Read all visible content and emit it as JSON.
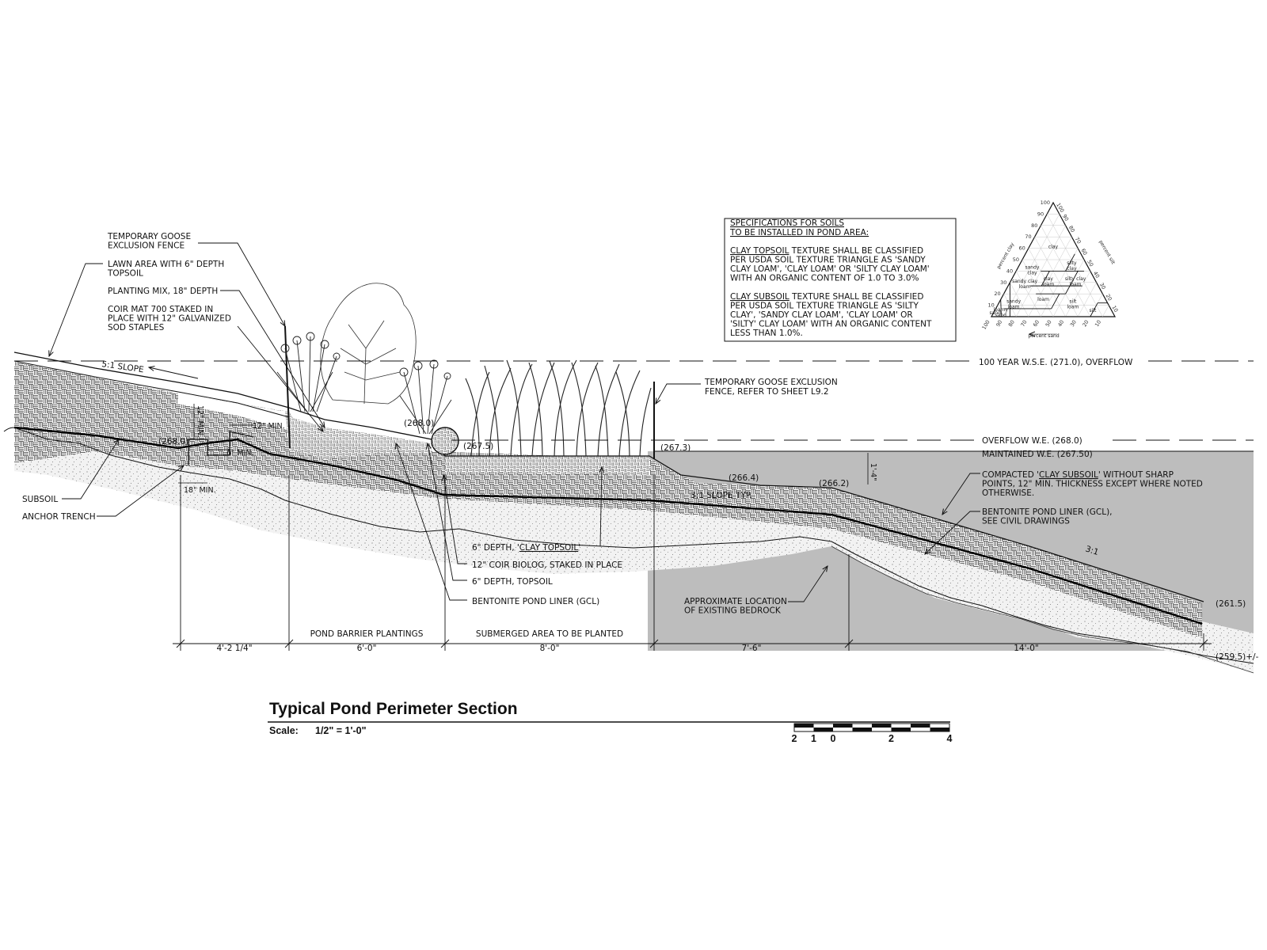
{
  "title": "Typical Pond Perimeter Section",
  "scale_label": "Scale:",
  "scale_value": "1/2\" = 1'-0\"",
  "scale_bar_labels": [
    "2",
    "1",
    "0",
    "2",
    "4"
  ],
  "specs": {
    "title_1": "SPECIFICATIONS FOR SOILS",
    "title_2": "TO BE INSTALLED IN POND AREA:",
    "p1": [
      {
        "u": "CLAY TOPSOIL",
        "t": " TEXTURE SHALL BE CLASSIFIED"
      },
      {
        "u": "",
        "t": "PER USDA SOIL TEXTURE TRIANGLE AS 'SANDY"
      },
      {
        "u": "",
        "t": "CLAY LOAM', 'CLAY LOAM' OR 'SILTY CLAY LOAM'"
      },
      {
        "u": "",
        "t": "WITH AN ORGANIC CONTENT OF 1.0 TO 3.0%"
      }
    ],
    "p2": [
      {
        "u": "CLAY SUBSOIL",
        "t": " TEXTURE SHALL BE CLASSIFIED"
      },
      {
        "u": "",
        "t": "PER USDA SOIL TEXTURE TRIANGLE AS 'SILTY"
      },
      {
        "u": "",
        "t": "CLAY', 'SANDY CLAY LOAM', 'CLAY LOAM' OR"
      },
      {
        "u": "",
        "t": "'SILTY' CLAY LOAM' WITH AN ORGANIC CONTENT"
      },
      {
        "u": "",
        "t": "LESS THAN 1.0%."
      }
    ]
  },
  "triangle": {
    "left_ticks": [
      "100",
      "90",
      "80",
      "70",
      "60",
      "50",
      "40",
      "30",
      "20",
      "10"
    ],
    "right_ticks": [
      "10",
      "20",
      "30",
      "40",
      "50",
      "60",
      "70",
      "80",
      "90",
      "100"
    ],
    "bottom_ticks": [
      "100",
      "90",
      "80",
      "70",
      "60",
      "50",
      "40",
      "30",
      "20",
      "10"
    ],
    "axis_clay": "percent clay",
    "axis_silt": "percent silt",
    "axis_sand": "percent sand",
    "classes": [
      "clay",
      "silty clay",
      "sandy clay",
      "silty clay loam",
      "clay loam",
      "sandy clay loam",
      "loam",
      "silt loam",
      "sandy loam",
      "silt",
      "loamy sand",
      "sand"
    ]
  },
  "water_lines": {
    "hundred_year": "100 YEAR W.S.E. (271.0), OVERFLOW",
    "overflow": "OVERFLOW W.E. (268.0)",
    "maintained": "MAINTAINED W.E. (267.50)"
  },
  "elevations": [
    "(268.0)",
    "(268.0)",
    "(267.5)",
    "(267.3)",
    "(266.4)",
    "(266.2)",
    "(261.5)",
    "(259.5)+/-"
  ],
  "left_notes": [
    [
      "TEMPORARY GOOSE",
      "EXCLUSION FENCE"
    ],
    [
      "LAWN AREA WITH 6\" DEPTH",
      "TOPSOIL"
    ],
    [
      "PLANTING MIX, 18\" DEPTH"
    ],
    [
      "COIR MAT 700 STAKED IN",
      "PLACE WITH 12\" GALVANIZED",
      "SOD STAPLES"
    ]
  ],
  "subsoil": "SUBSOIL",
  "anchor_trench": "ANCHOR TRENCH",
  "slope_5_1": "5:1 SLOPE",
  "slope_3_1_typ": "3:1 SLOPE TYP.",
  "slope_3_1": "3:1",
  "dims_small": {
    "twelve_min": "12\" MIN.",
    "six_min": "6\" MIN.",
    "eighteen_min": "18\" MIN.",
    "twelve_vert": "12\" MIN.",
    "one_four": "1'-4\""
  },
  "fence_right": [
    "TEMPORARY GOOSE EXCLUSION",
    "FENCE, REFER TO SHEET L9.2"
  ],
  "compacted": [
    {
      "pre": "COMPACTED '",
      "u": "CLAY SUBSOIL",
      "post": "' WITHOUT SHARP"
    },
    {
      "pre": "POINTS, 12\" MIN. THICKNESS EXCEPT WHERE NOTED",
      "u": "",
      "post": ""
    },
    {
      "pre": "OTHERWISE.",
      "u": "",
      "post": ""
    }
  ],
  "bentonite_right": [
    "BENTONITE POND LINER (GCL),",
    "SEE CIVIL DRAWINGS"
  ],
  "bottom_notes": {
    "clay_topsoil": {
      "pre": "6\" DEPTH, '",
      "u": "CLAY TOPSOIL",
      "post": "'"
    },
    "biolog": "12\" COIR BIOLOG, STAKED IN PLACE",
    "topsoil": "6\" DEPTH, TOPSOIL",
    "bentonite": "BENTONITE POND LINER (GCL)"
  },
  "bedrock": [
    "APPROXIMATE LOCATION",
    "OF EXISTING BEDROCK"
  ],
  "zones": {
    "pond_barrier": "POND BARRIER PLANTINGS",
    "submerged": "SUBMERGED AREA TO BE PLANTED"
  },
  "dims": [
    "4'-2 1/4\"",
    "6'-0\"",
    "8'-0\"",
    "7'-6\"",
    "14'-0\""
  ],
  "colors": {
    "water": "#bdbdbd",
    "ink": "#111111",
    "paper": "#ffffff"
  }
}
